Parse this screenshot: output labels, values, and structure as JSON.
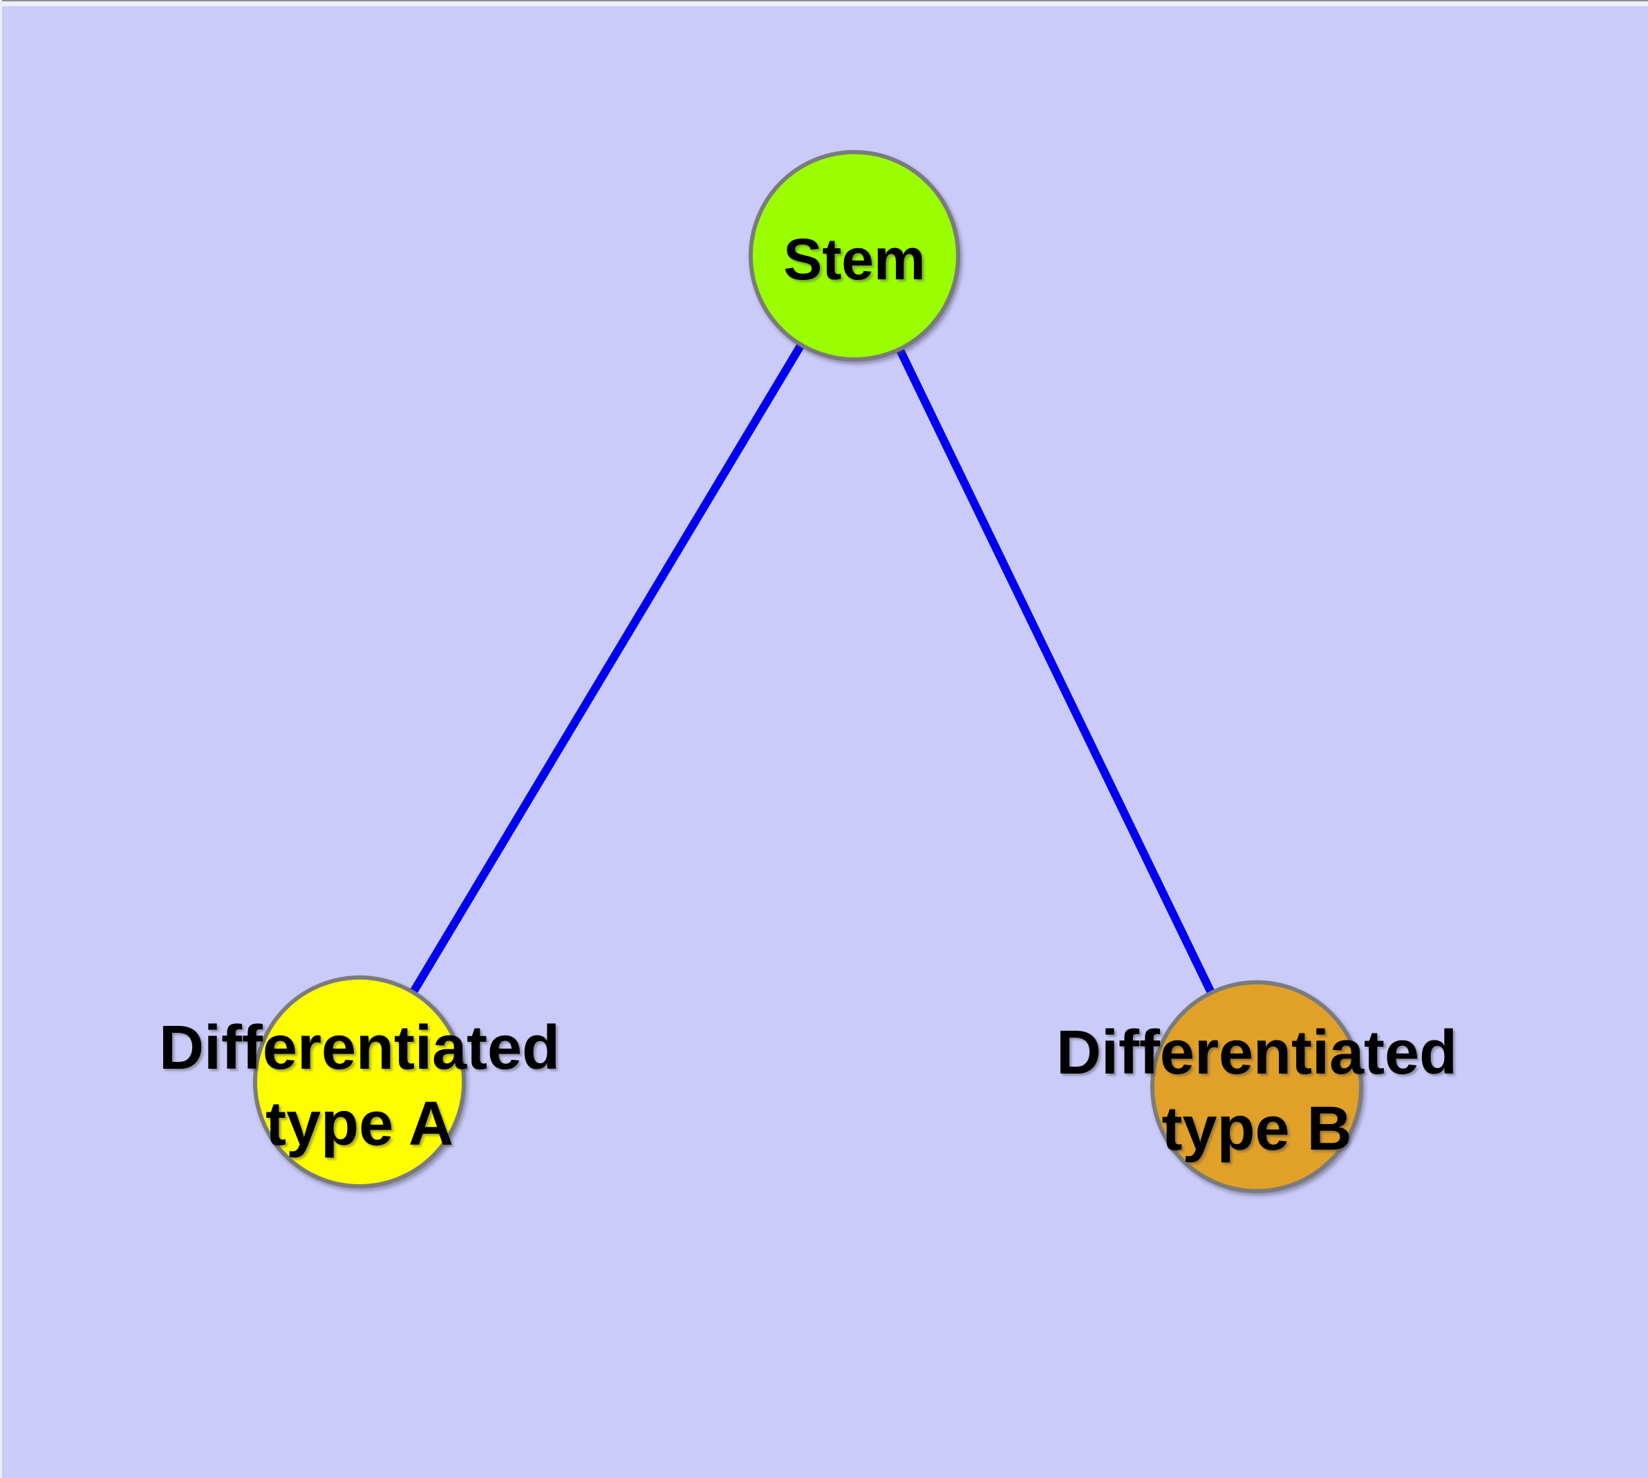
{
  "canvas": {
    "background_color": "#cbcbfa",
    "edge_color": "#0000f0",
    "node_border_color": "#7b7b7b",
    "label_color": "#000000"
  },
  "graph": {
    "nodes": [
      {
        "id": "stem",
        "label": "Stem",
        "fill": "#9afe00"
      },
      {
        "id": "differentiated-type-a",
        "label_line1": "Differentiated",
        "label_line2": "type A",
        "fill": "#fefe00"
      },
      {
        "id": "differentiated-type-b",
        "label_line1": "Differentiated",
        "label_line2": "type B",
        "fill": "#e1a128"
      }
    ],
    "edges": [
      {
        "from": "Stem",
        "to": "Differentiated type A"
      },
      {
        "from": "Stem",
        "to": "Differentiated type B"
      }
    ]
  }
}
